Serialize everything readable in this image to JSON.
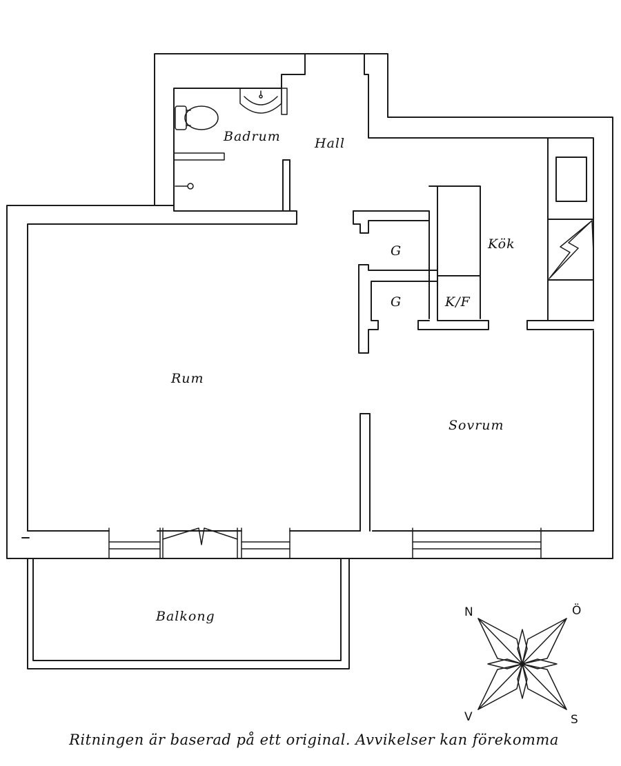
{
  "rooms": {
    "badrum": "Badrum",
    "hall": "Hall",
    "kok": "Kök",
    "garderob_1": "G",
    "garderob_2": "G",
    "kf": "K/F",
    "rum": "Rum",
    "sovrum": "Sovrum",
    "balkong": "Balkong"
  },
  "compass": {
    "north": "N",
    "east": "Ö",
    "south": "S",
    "west": "V"
  },
  "footer": {
    "disclaimer": "Ritningen är baserad på ett original. Avvikelser kan förekomma"
  },
  "colors": {
    "line": "#1a1a1a",
    "background": "#ffffff"
  }
}
